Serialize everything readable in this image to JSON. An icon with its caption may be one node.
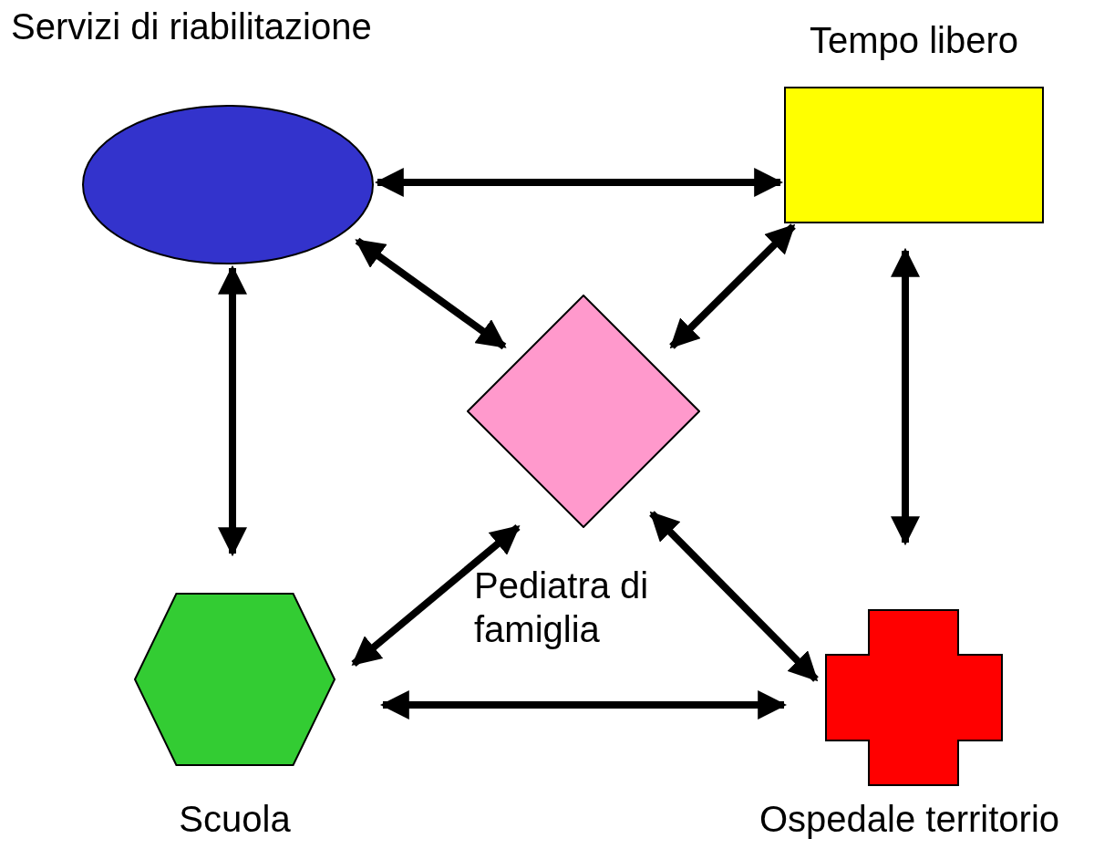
{
  "diagram": {
    "nodes": [
      {
        "text": [
          "Servizi di riabilitazione"
        ]
      },
      {
        "text": [
          "Tempo libero"
        ]
      },
      {
        "text": [
          "Pediatra di famiglia"
        ]
      },
      {
        "text": [
          "Scuola"
        ]
      },
      {
        "text": [
          "Ospedale territorio"
        ]
      }
    ],
    "edges": [
      {
        "from": 0,
        "to": 1,
        "arrow": "both"
      },
      {
        "from": 0,
        "to": 2,
        "arrow": "both"
      },
      {
        "from": 1,
        "to": 2,
        "arrow": "both"
      },
      {
        "from": 1,
        "to": 4,
        "arrow": "both"
      },
      {
        "from": 0,
        "to": 3,
        "arrow": "both"
      },
      {
        "from": 3,
        "to": 2,
        "arrow": "both"
      },
      {
        "from": 2,
        "to": 4,
        "arrow": "both"
      },
      {
        "from": 3,
        "to": 4,
        "arrow": "both"
      }
    ]
  }
}
